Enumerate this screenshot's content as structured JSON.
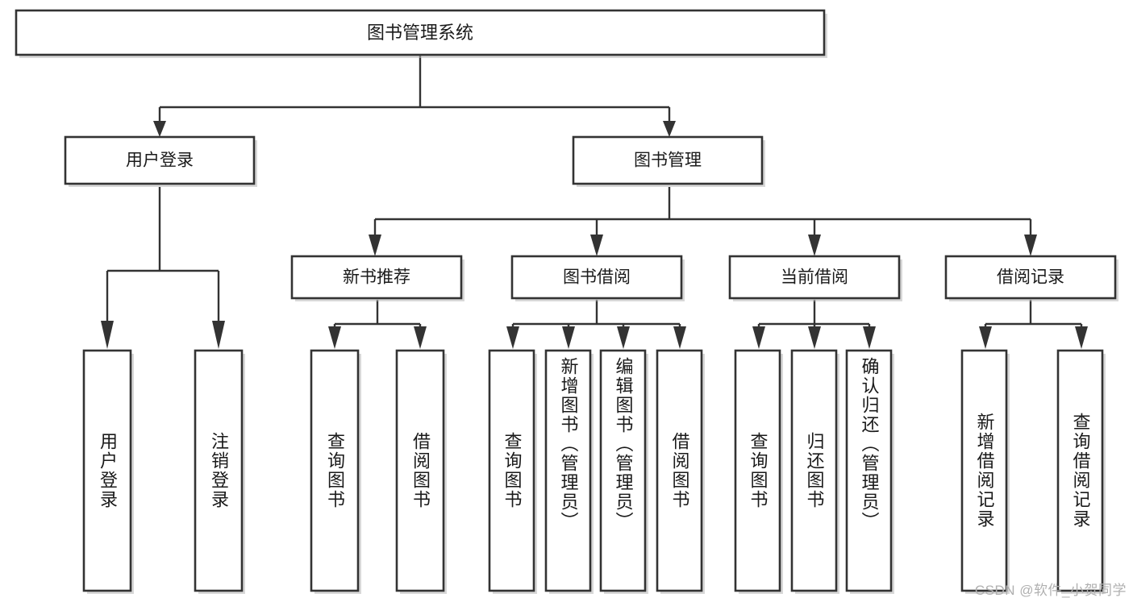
{
  "diagram": {
    "title": "图书管理系统",
    "type": "hierarchy-tree",
    "colors": {
      "box_stroke": "#333333",
      "box_fill": "#ffffff",
      "connector": "#333333",
      "text": "#1a1a1a",
      "watermark": "#b0b0b0",
      "background": "#ffffff"
    },
    "root": {
      "label": "图书管理系统"
    },
    "level1": [
      {
        "label": "用户登录"
      },
      {
        "label": "图书管理"
      }
    ],
    "level2": [
      {
        "label": "新书推荐"
      },
      {
        "label": "图书借阅"
      },
      {
        "label": "当前借阅"
      },
      {
        "label": "借阅记录"
      }
    ],
    "leaves": {
      "user_login": [
        {
          "label": "用户登录"
        },
        {
          "label": "注销登录"
        }
      ],
      "new_book_recommend": [
        {
          "label": "查询图书"
        },
        {
          "label": "借阅图书"
        }
      ],
      "book_borrow": [
        {
          "label": "查询图书"
        },
        {
          "label": "新增图书（管理员）"
        },
        {
          "label": "编辑图书（管理员）"
        },
        {
          "label": "借阅图书"
        }
      ],
      "current_borrow": [
        {
          "label": "查询图书"
        },
        {
          "label": "归还图书"
        },
        {
          "label": "确认归还（管理员）"
        }
      ],
      "borrow_record": [
        {
          "label": "新增借阅记录"
        },
        {
          "label": "查询借阅记录"
        }
      ]
    },
    "watermark": "CSDN @软件_小贺同学"
  },
  "chart_data": {
    "type": "table",
    "title": "图书管理系统",
    "nodes": [
      {
        "id": "root",
        "label": "图书管理系统",
        "level": 0,
        "parent": null
      },
      {
        "id": "n1",
        "label": "用户登录",
        "level": 1,
        "parent": "root"
      },
      {
        "id": "n2",
        "label": "图书管理",
        "level": 1,
        "parent": "root"
      },
      {
        "id": "n1a",
        "label": "用户登录",
        "level": 2,
        "parent": "n1"
      },
      {
        "id": "n1b",
        "label": "注销登录",
        "level": 2,
        "parent": "n1"
      },
      {
        "id": "n2a",
        "label": "新书推荐",
        "level": 2,
        "parent": "n2"
      },
      {
        "id": "n2b",
        "label": "图书借阅",
        "level": 2,
        "parent": "n2"
      },
      {
        "id": "n2c",
        "label": "当前借阅",
        "level": 2,
        "parent": "n2"
      },
      {
        "id": "n2d",
        "label": "借阅记录",
        "level": 2,
        "parent": "n2"
      },
      {
        "id": "n2a1",
        "label": "查询图书",
        "level": 3,
        "parent": "n2a"
      },
      {
        "id": "n2a2",
        "label": "借阅图书",
        "level": 3,
        "parent": "n2a"
      },
      {
        "id": "n2b1",
        "label": "查询图书",
        "level": 3,
        "parent": "n2b"
      },
      {
        "id": "n2b2",
        "label": "新增图书（管理员）",
        "level": 3,
        "parent": "n2b"
      },
      {
        "id": "n2b3",
        "label": "编辑图书（管理员）",
        "level": 3,
        "parent": "n2b"
      },
      {
        "id": "n2b4",
        "label": "借阅图书",
        "level": 3,
        "parent": "n2b"
      },
      {
        "id": "n2c1",
        "label": "查询图书",
        "level": 3,
        "parent": "n2c"
      },
      {
        "id": "n2c2",
        "label": "归还图书",
        "level": 3,
        "parent": "n2c"
      },
      {
        "id": "n2c3",
        "label": "确认归还（管理员）",
        "level": 3,
        "parent": "n2c"
      },
      {
        "id": "n2d1",
        "label": "新增借阅记录",
        "level": 3,
        "parent": "n2d"
      },
      {
        "id": "n2d2",
        "label": "查询借阅记录",
        "level": 3,
        "parent": "n2d"
      }
    ]
  }
}
